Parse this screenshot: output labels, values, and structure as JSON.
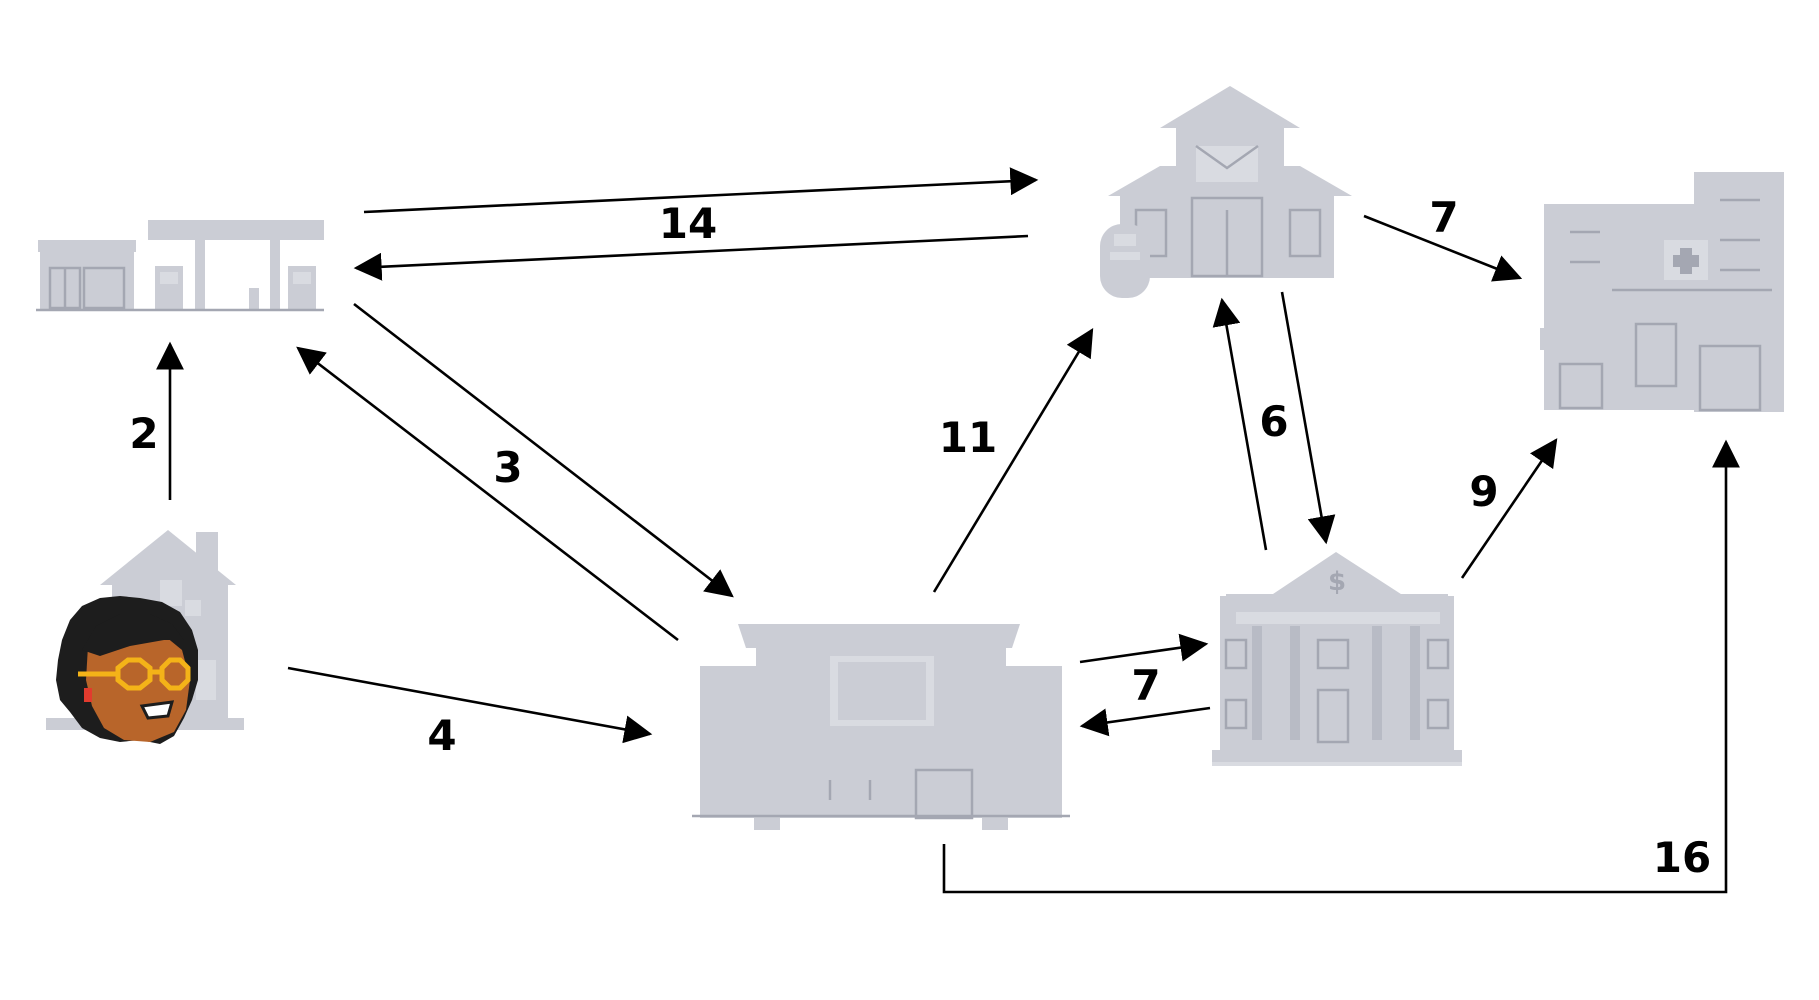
{
  "edges": [
    {
      "id": "gas-to-post",
      "label": "14"
    },
    {
      "id": "home-to-gas",
      "label": "2"
    },
    {
      "id": "gas-mall",
      "label": "3"
    },
    {
      "id": "home-to-mall",
      "label": "4"
    },
    {
      "id": "mall-to-post",
      "label": "11"
    },
    {
      "id": "post-to-hospital",
      "label": "7"
    },
    {
      "id": "post-bank",
      "label": "6"
    },
    {
      "id": "mall-bank",
      "label": "7"
    },
    {
      "id": "bank-to-hospital",
      "label": "9"
    },
    {
      "id": "mall-to-hospital",
      "label": "16"
    }
  ],
  "icons": {
    "gas_station": "gas-station-icon",
    "home_person": "house-with-person-icon",
    "post_office": "post-office-icon",
    "hospital": "hospital-icon",
    "mall": "shopping-mall-icon",
    "bank": "bank-icon"
  },
  "colors": {
    "building_fill": "#cbcdd5",
    "building_outline": "#a4a7b2",
    "arrow": "#000000",
    "skin": "#b8652a",
    "hair": "#1d1d1d",
    "glasses": "#f4b318"
  }
}
